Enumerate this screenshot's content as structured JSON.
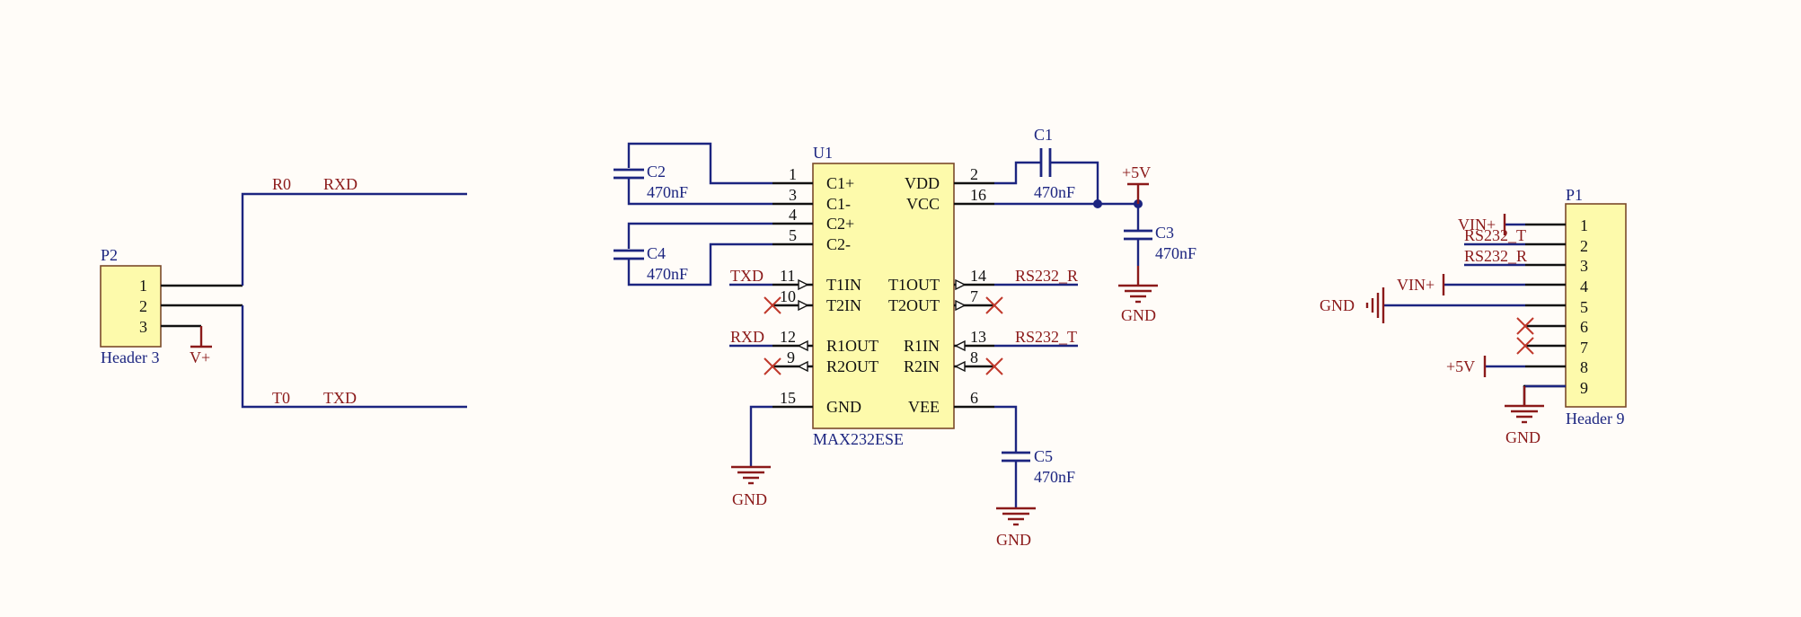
{
  "p2": {
    "designator": "P2",
    "comment": "Header 3",
    "pins": [
      "1",
      "2",
      "3"
    ],
    "net_top": "R0",
    "net_top_port": "RXD",
    "net_bottom": "T0",
    "net_bottom_port": "TXD",
    "power": "V+"
  },
  "u1": {
    "designator": "U1",
    "comment": "MAX232ESE",
    "pins_left": [
      {
        "num": "1",
        "name": "C1+"
      },
      {
        "num": "3",
        "name": "C1-"
      },
      {
        "num": "4",
        "name": "C2+"
      },
      {
        "num": "5",
        "name": "C2-"
      },
      {
        "num": "11",
        "name": "T1IN",
        "net": "TXD"
      },
      {
        "num": "10",
        "name": "T2IN"
      },
      {
        "num": "12",
        "name": "R1OUT",
        "net": "RXD"
      },
      {
        "num": "9",
        "name": "R2OUT"
      },
      {
        "num": "15",
        "name": "GND"
      }
    ],
    "pins_right": [
      {
        "num": "2",
        "name": "VDD"
      },
      {
        "num": "16",
        "name": "VCC"
      },
      {
        "num": "14",
        "name": "T1OUT",
        "net": "RS232_R"
      },
      {
        "num": "7",
        "name": "T2OUT"
      },
      {
        "num": "13",
        "name": "R1IN",
        "net": "RS232_T"
      },
      {
        "num": "8",
        "name": "R2IN"
      },
      {
        "num": "6",
        "name": "VEE"
      }
    ]
  },
  "caps": [
    {
      "name": "C1",
      "value": "470nF"
    },
    {
      "name": "C2",
      "value": "470nF"
    },
    {
      "name": "C3",
      "value": "470nF"
    },
    {
      "name": "C4",
      "value": "470nF"
    },
    {
      "name": "C5",
      "value": "470nF"
    }
  ],
  "power": {
    "vcc": "+5V",
    "gnd": "GND",
    "vin": "VIN+"
  },
  "p1": {
    "designator": "P1",
    "comment": "Header 9",
    "pins": [
      "1",
      "2",
      "3",
      "4",
      "5",
      "6",
      "7",
      "8",
      "9"
    ],
    "nets": {
      "pin1": "VIN+",
      "pin2": "RS232_T",
      "pin3": "RS232_R",
      "pin4": "VIN+",
      "pin5": "GND",
      "pin8": "+5V",
      "pin9": "GND"
    }
  }
}
